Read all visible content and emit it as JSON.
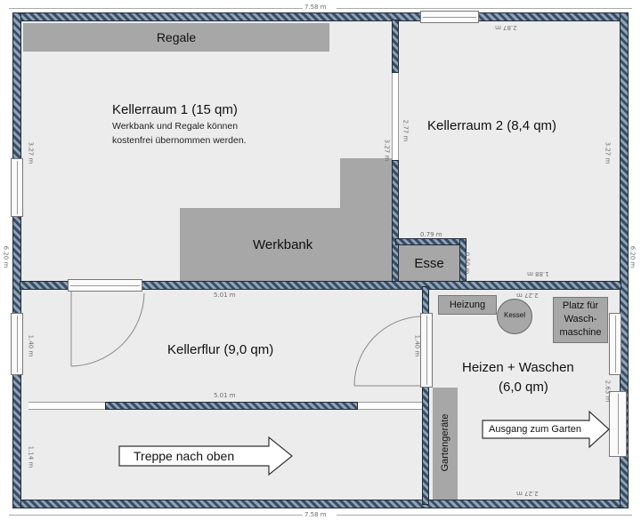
{
  "dimensions": {
    "top_total": "7.58 m",
    "bottom_total": "7.58 m",
    "left_total": "6.20 m",
    "right_total": "6.20 m",
    "room1_left": "3.27 m",
    "room1_right": "3.27 m",
    "room2_top": "2.87 m",
    "room2_left": "2.77 m",
    "room2_right": "3.27 m",
    "esse_width": "0.79 m",
    "esse_height": "0.50 m",
    "room2_bottom": "1.88 m",
    "flur_top": "5.01 m",
    "flur_left": "1.40 m",
    "flur_right": "1.40 m",
    "flur_bottom": "5.01 m",
    "stair_left": "1.14 m",
    "heiz_top": "2.27 m",
    "heiz_right": "2.63 m",
    "heiz_bottom": "2.27 m"
  },
  "rooms": {
    "regale": "Regale",
    "kellerraum1": "Kellerraum 1 (15 qm)",
    "kellerraum1_note_line1": "Werkbank und Regale können",
    "kellerraum1_note_line2": "kostenfrei übernommen werden.",
    "werkbank": "Werkbank",
    "kellerraum2": "Kellerraum 2 (8,4 qm)",
    "esse": "Esse",
    "kellerflur": "Kellerflur (9,0 qm)",
    "heizen_line1": "Heizen + Waschen",
    "heizen_line2": "(6,0 qm)",
    "heizung": "Heizung",
    "kessel": "Kessel",
    "platz_line1": "Platz für",
    "platz_line2": "Wasch-",
    "platz_line3": "maschine",
    "gartengeraete": "Gartengeräte",
    "treppe": "Treppe nach oben",
    "ausgang": "Ausgang zum Garten"
  },
  "colors": {
    "wall": "#5b6f86",
    "floor": "#ececec",
    "furniture": "#a7a7a7"
  }
}
